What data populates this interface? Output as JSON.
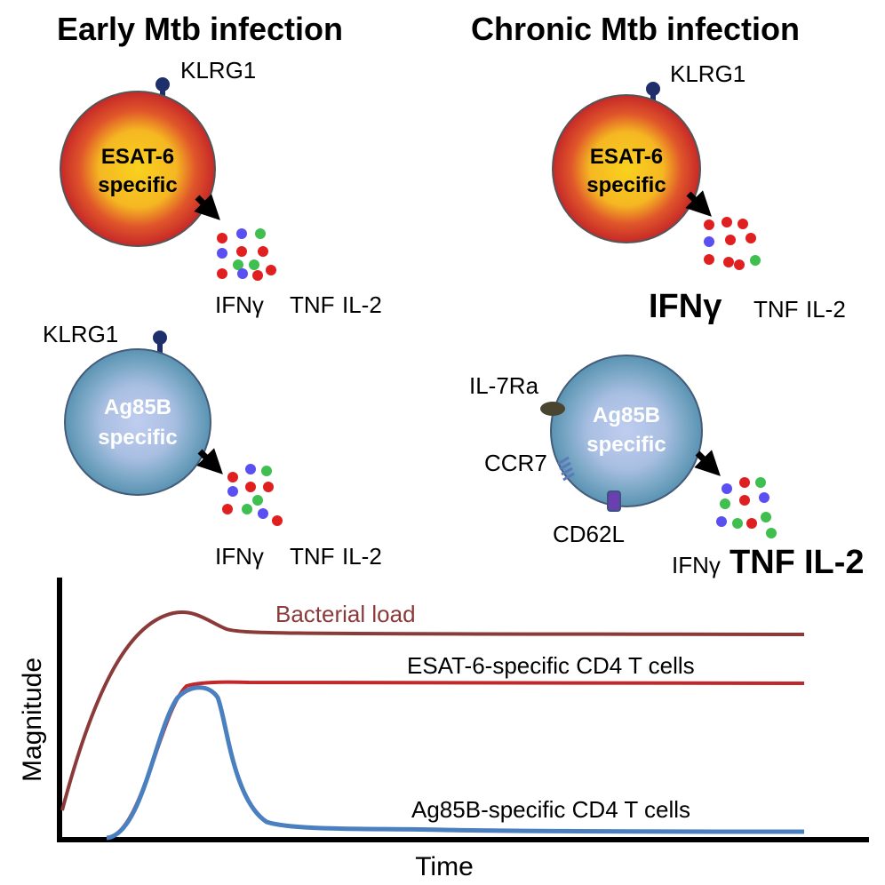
{
  "panels": {
    "early": {
      "title": "Early Mtb infection",
      "esat_cell": {
        "line1": "ESAT-6",
        "line2": "specific",
        "marker": "KLRG1"
      },
      "ag85b_cell": {
        "line1": "Ag85B",
        "line2": "specific",
        "marker": "KLRG1"
      },
      "esat_cytokines": {
        "ifn": "IFNγ",
        "tnf": "TNF",
        "il2": "IL-2"
      },
      "ag85b_cytokines": {
        "ifn": "IFNγ",
        "tnf": "TNF",
        "il2": "IL-2"
      }
    },
    "chronic": {
      "title": "Chronic Mtb infection",
      "esat_cell": {
        "line1": "ESAT-6",
        "line2": "specific",
        "marker": "KLRG1"
      },
      "ag85b_cell": {
        "line1": "Ag85B",
        "line2": "specific",
        "markers": [
          "IL-7Ra",
          "CCR7",
          "CD62L"
        ]
      },
      "esat_cytokines": {
        "ifn": "IFNγ",
        "tnf": "TNF",
        "il2": "IL-2",
        "emphasized": [
          "IFNγ"
        ]
      },
      "ag85b_cytokines": {
        "ifn": "IFNγ",
        "tnf": "TNF",
        "il2": "IL-2",
        "emphasized": [
          "TNF",
          "IL-2"
        ]
      }
    }
  },
  "graph": {
    "xlabel": "Time",
    "ylabel": "Magnitude",
    "curves": [
      {
        "name": "Bacterial load",
        "color": "#8b3a3a"
      },
      {
        "name": "ESAT-6-specific CD4 T cells",
        "color": "#c0282b"
      },
      {
        "name": "Ag85B-specific CD4 T cells",
        "color": "#4a7fc0"
      }
    ]
  },
  "colors": {
    "esat_outer": "#c62828",
    "esat_inner": "#f7c62a",
    "ag85b_outer": "#5b95b5",
    "ag85b_inner": "#b7c7ea",
    "cytokine_red": "#e02020",
    "cytokine_blue": "#5a4ff0",
    "cytokine_green": "#3fbf4f",
    "receptor": "#1f2f6b",
    "il7ra": "#4a4530",
    "ccr7": "#5b79b8",
    "cd62l": "#6b3fb0"
  }
}
